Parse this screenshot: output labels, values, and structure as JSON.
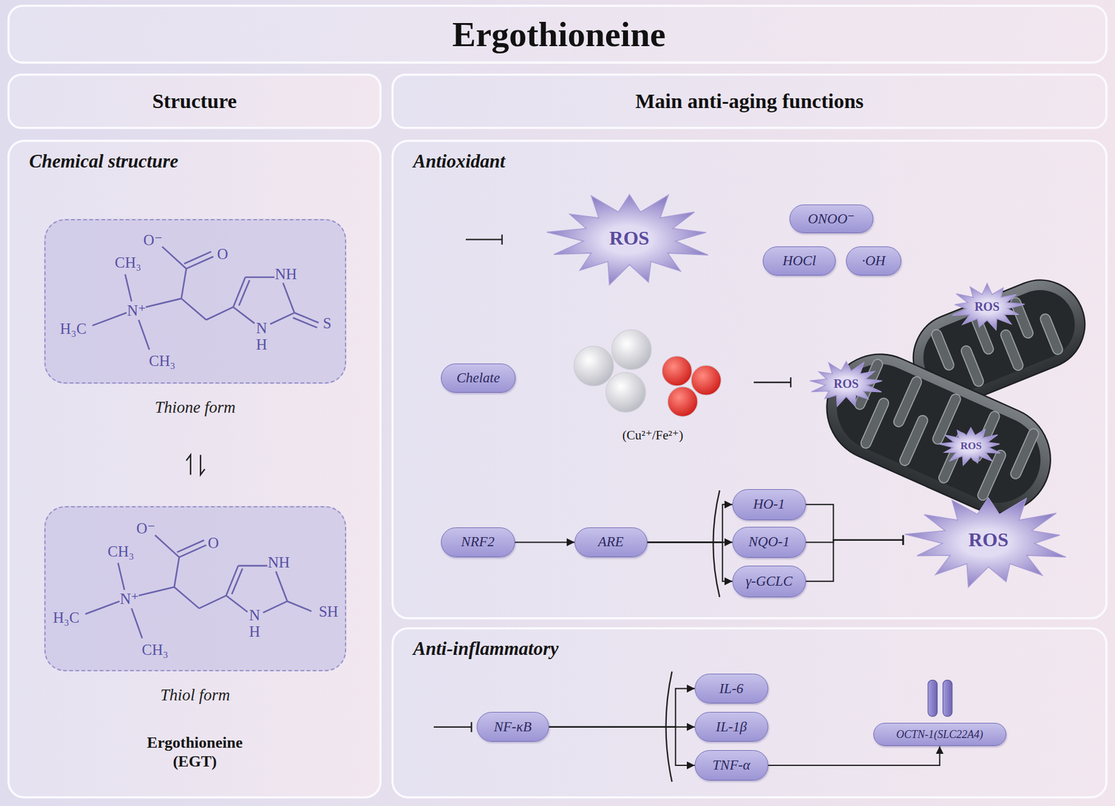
{
  "diagram": {
    "title": "Ergothioneine",
    "nodes": [
      {
        "text": [
          "Structure"
        ]
      },
      {
        "text": [
          "Main anti-aging functions"
        ]
      },
      {
        "text": [
          "Chemical structure"
        ]
      },
      {
        "text": [
          "Thione form"
        ],
        "in": 2
      },
      {
        "text": [
          "Thiol form"
        ],
        "in": 2
      },
      {
        "text": [
          "Antioxidant"
        ]
      },
      {
        "text": [
          "ROS"
        ],
        "in": 5
      },
      {
        "text": [
          "ONOO⁻"
        ],
        "in": 5
      },
      {
        "text": [
          "HOCl"
        ],
        "in": 5
      },
      {
        "text": [
          "·OH"
        ],
        "in": 5
      },
      {
        "text": [
          "Chelate"
        ],
        "in": 5
      },
      {
        "text": [
          "ROS"
        ],
        "in": 5
      },
      {
        "text": [
          "ROS"
        ],
        "in": 5
      },
      {
        "text": [
          "ROS"
        ],
        "in": 5
      },
      {
        "text": [
          "NRF2"
        ],
        "in": 5
      },
      {
        "text": [
          "ARE"
        ],
        "in": 5
      },
      {
        "text": [
          "HO-1"
        ],
        "in": 5
      },
      {
        "text": [
          "NQO-1"
        ],
        "in": 5
      },
      {
        "text": [
          "γ-GCLC"
        ],
        "in": 5
      },
      {
        "text": [
          "ROS"
        ],
        "in": 5
      },
      {
        "text": [
          "Anti-inflammatory"
        ]
      },
      {
        "text": [
          "NF-κB"
        ],
        "in": 20
      },
      {
        "text": [
          "IL-6"
        ],
        "in": 20
      },
      {
        "text": [
          "IL-1β"
        ],
        "in": 20
      },
      {
        "text": [
          "TNF-α"
        ],
        "in": 20
      },
      {
        "text": [
          "OCTN-1(SLC22A4)"
        ],
        "in": 20
      }
    ],
    "edges": [
      {
        "from": 14,
        "to": 15,
        "arrow": "to"
      },
      {
        "from": 15,
        "to": 16,
        "arrow": "to"
      },
      {
        "from": 15,
        "to": 17,
        "arrow": "to"
      },
      {
        "from": 15,
        "to": 18,
        "arrow": "to"
      },
      {
        "from": 16,
        "to": 19,
        "arrow": "to"
      },
      {
        "from": 17,
        "to": 19,
        "arrow": "to"
      },
      {
        "from": 18,
        "to": 19,
        "arrow": "to"
      },
      {
        "from": 21,
        "to": 22,
        "arrow": "to"
      },
      {
        "from": 21,
        "to": 23,
        "arrow": "to"
      },
      {
        "from": 21,
        "to": 24,
        "arrow": "to"
      },
      {
        "from": 24,
        "to": 25,
        "arrow": "to"
      }
    ],
    "labels": [
      "O⁻",
      "O",
      "CH₃",
      "N⁺",
      "H₃C",
      "CH₃",
      "NH",
      "N",
      "H",
      "S",
      "O⁻",
      "O",
      "CH₃",
      "N⁺",
      "H₃C",
      "CH₃",
      "NH",
      "N",
      "H",
      "SH",
      "(Cu²⁺/Fe²⁺)",
      "Ergothioneine (EGT)"
    ]
  }
}
